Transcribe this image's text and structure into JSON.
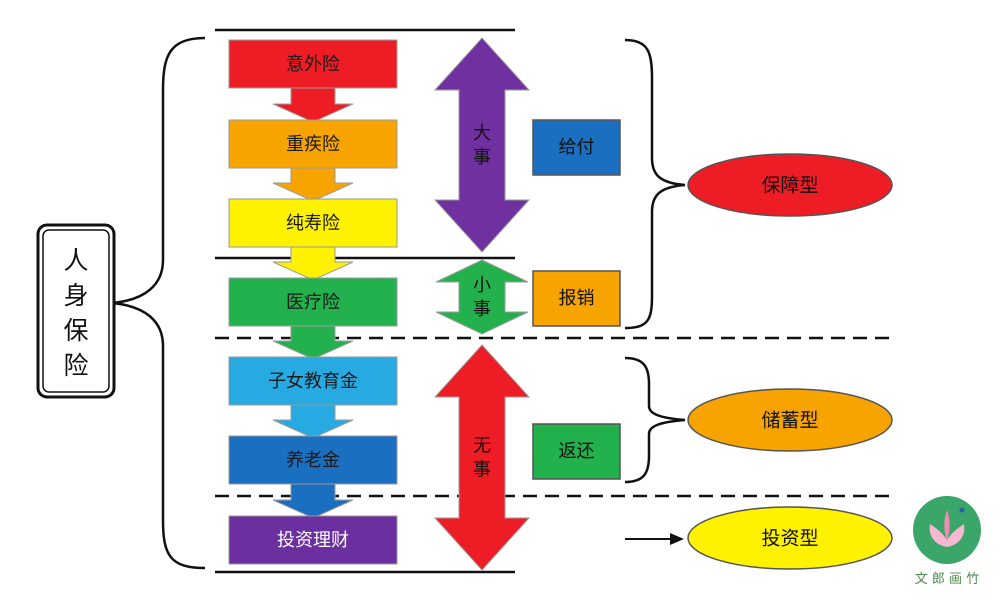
{
  "root": {
    "chars": [
      "人",
      "身",
      "保",
      "险"
    ]
  },
  "products": [
    {
      "label": "意外险",
      "color": "#ee1c24",
      "text_color": "#1a1a1a"
    },
    {
      "label": "重疾险",
      "color": "#f7a400",
      "text_color": "#1a1a1a"
    },
    {
      "label": "纯寿险",
      "color": "#fff200",
      "text_color": "#1a1a1a"
    },
    {
      "label": "医疗险",
      "color": "#23b14d",
      "text_color": "#1a1a1a"
    },
    {
      "label": "子女教育金",
      "color": "#27a9e1",
      "text_color": "#1a1a1a"
    },
    {
      "label": "养老金",
      "color": "#1b6fc0",
      "text_color": "#1a1a1a"
    },
    {
      "label": "投资理财",
      "color": "#6b2fa0",
      "text_color": "#ffffff"
    }
  ],
  "events": [
    {
      "chars": [
        "大",
        "事"
      ],
      "color": "#7030a0"
    },
    {
      "chars": [
        "小",
        "事"
      ],
      "color": "#23b14d"
    },
    {
      "chars": [
        "无",
        "事"
      ],
      "color": "#ee1c24"
    }
  ],
  "payouts": [
    {
      "label": "给付",
      "color": "#1b6fc0"
    },
    {
      "label": "报销",
      "color": "#f7a400"
    },
    {
      "label": "返还",
      "color": "#23b14d"
    }
  ],
  "types": [
    {
      "label": "保障型",
      "color": "#ee1c24"
    },
    {
      "label": "储蓄型",
      "color": "#f7a400"
    },
    {
      "label": "投资型",
      "color": "#fff200"
    }
  ],
  "watermark": {
    "text": "文 郎 画 竹",
    "logo_color": "#3aa66a"
  }
}
